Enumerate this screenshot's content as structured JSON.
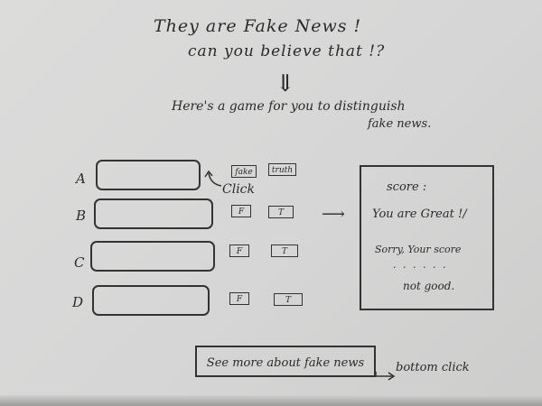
{
  "header": {
    "line1": "They are Fake News !",
    "line2": "can you believe that !?",
    "arrow": "⇓",
    "intro_line1": "Here's a game for you to distinguish",
    "intro_line2": "fake news."
  },
  "rows": [
    {
      "letter": "A",
      "fake_label": "fake",
      "truth_label": "truth"
    },
    {
      "letter": "B",
      "fake_label": "F",
      "truth_label": "T"
    },
    {
      "letter": "C",
      "fake_label": "F",
      "truth_label": "T"
    },
    {
      "letter": "D",
      "fake_label": "F",
      "truth_label": "T"
    }
  ],
  "click_label": "Click",
  "arrow_right": "⟶",
  "score_panel": {
    "title": "score :",
    "great": "You are Great !/",
    "sorry": "Sorry, Your score",
    "dots": "· · · · · ·",
    "not_good": "not good."
  },
  "more_button": "See more about fake news",
  "bottom_note": "bottom click"
}
